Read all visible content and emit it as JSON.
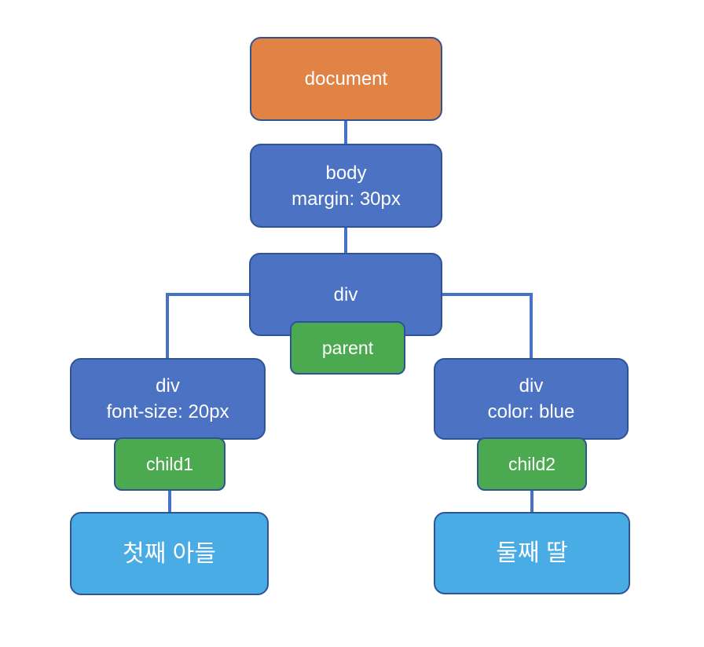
{
  "diagram": {
    "title": "DOM tree diagram",
    "colors": {
      "orange": "#E08344",
      "blue": "#4C72C4",
      "green": "#4BA94F",
      "light_blue": "#4AACE4",
      "border": "#2F5496",
      "connector": "#4472C4",
      "text": "#FFFFFF"
    },
    "nodes": {
      "document": {
        "label": "document"
      },
      "body": {
        "line1": "body",
        "line2": "margin: 30px"
      },
      "parent": {
        "label": "div",
        "badge": "parent"
      },
      "child1": {
        "line1": "div",
        "line2": "font-size: 20px",
        "badge": "child1"
      },
      "child2": {
        "line1": "div",
        "line2": "color: blue",
        "badge": "child2"
      },
      "leaf1": {
        "label": "첫째 아들"
      },
      "leaf2": {
        "label": "둘째 딸"
      }
    }
  }
}
